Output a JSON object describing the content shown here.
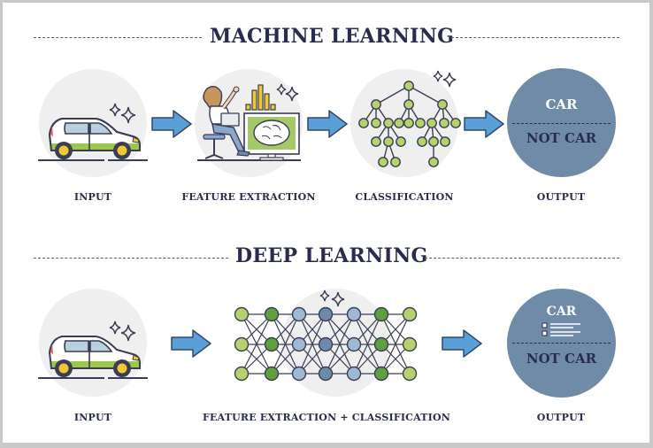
{
  "sections": {
    "machine_learning": {
      "title": "MACHINE LEARNING",
      "steps": [
        {
          "label": "INPUT",
          "icon": "car-icon"
        },
        {
          "label": "FEATURE EXTRACTION",
          "icon": "person-computer-brain-icon"
        },
        {
          "label": "CLASSIFICATION",
          "icon": "decision-tree-icon"
        },
        {
          "label": "OUTPUT",
          "icon": "output-circle"
        }
      ],
      "output": {
        "top": "CAR",
        "bottom": "NOT CAR"
      }
    },
    "deep_learning": {
      "title": "DEEP LEARNING",
      "steps": [
        {
          "label": "INPUT",
          "icon": "car-icon"
        },
        {
          "label": "FEATURE EXTRACTION + CLASSIFICATION",
          "icon": "neural-network-icon"
        },
        {
          "label": "OUTPUT",
          "icon": "output-circle"
        }
      ],
      "output": {
        "top": "CAR",
        "bottom": "NOT CAR"
      }
    }
  },
  "colors": {
    "title": "#2a2c4f",
    "arrow": "#5a9fd8",
    "output_circle": "#6f8ba7",
    "light_green": "#b5d36a",
    "dark_green": "#5e9f3e",
    "light_blue": "#9fb8d3",
    "dark_blue": "#6d8aa8",
    "car_green": "#9cc84a",
    "wheel_yellow": "#f0c832"
  }
}
